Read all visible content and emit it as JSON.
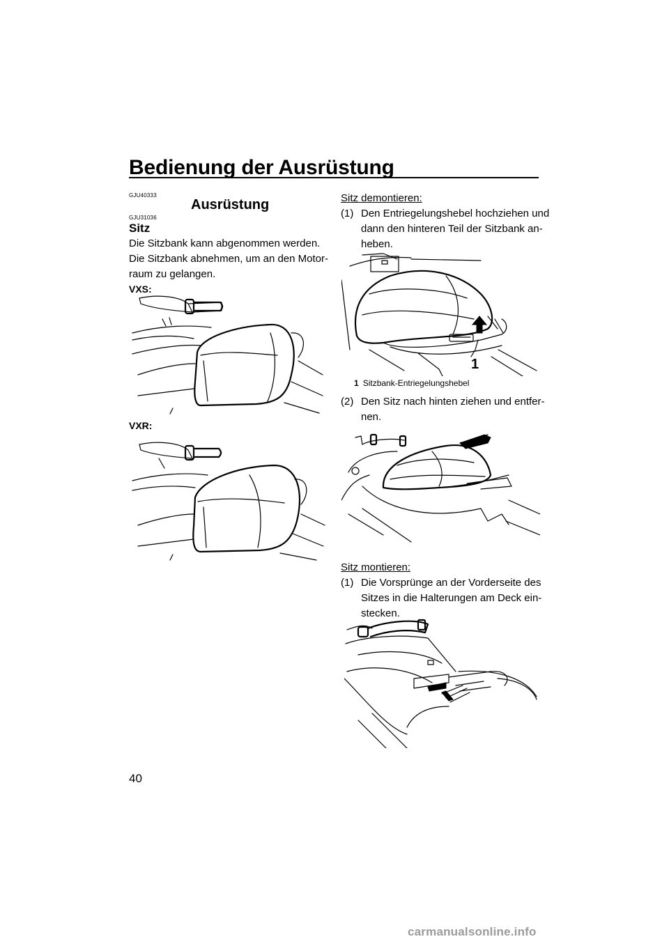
{
  "header": {
    "title": "Bedienung der Ausrüstung"
  },
  "left": {
    "section_code": "GJU40333",
    "section_title": "Ausrüstung",
    "sub_code": "GJU31036",
    "sub_title": "Sitz",
    "line1": "Die Sitzbank kann abgenommen werden.",
    "line2": "Die Sitzbank abnehmen, um an den Motor-",
    "line3": "raum zu gelangen.",
    "label_vxs": "VXS:",
    "label_vxr": "VXR:"
  },
  "right": {
    "remove_heading": "Sitz demontieren:",
    "step1_num": "(1)",
    "step1_l1": "Den Entriegelungshebel hochziehen und",
    "step1_l2": "dann den hinteren Teil der Sitzbank an-",
    "step1_l3": "heben.",
    "callout_number": "1",
    "caption_num": "1",
    "caption_text": "Sitzbank-Entriegelungshebel",
    "step2_num": "(2)",
    "step2_l1": "Den Sitz nach hinten ziehen und entfer-",
    "step2_l2": "nen.",
    "install_heading": "Sitz montieren:",
    "step3_num": "(1)",
    "step3_l1": "Die Vorsprünge an der Vorderseite des",
    "step3_l2": "Sitzes in die Halterungen am Deck ein-",
    "step3_l3": "stecken."
  },
  "footer": {
    "page_number": "40",
    "watermark": "carmanualsonline.info"
  },
  "icons": {
    "vxs_figure": "seat-vxs-illustration",
    "vxr_figure": "seat-vxr-illustration",
    "release_figure": "seat-release-lever-illustration",
    "pull_figure": "seat-pull-back-illustration",
    "install_figure": "seat-install-illustration"
  }
}
